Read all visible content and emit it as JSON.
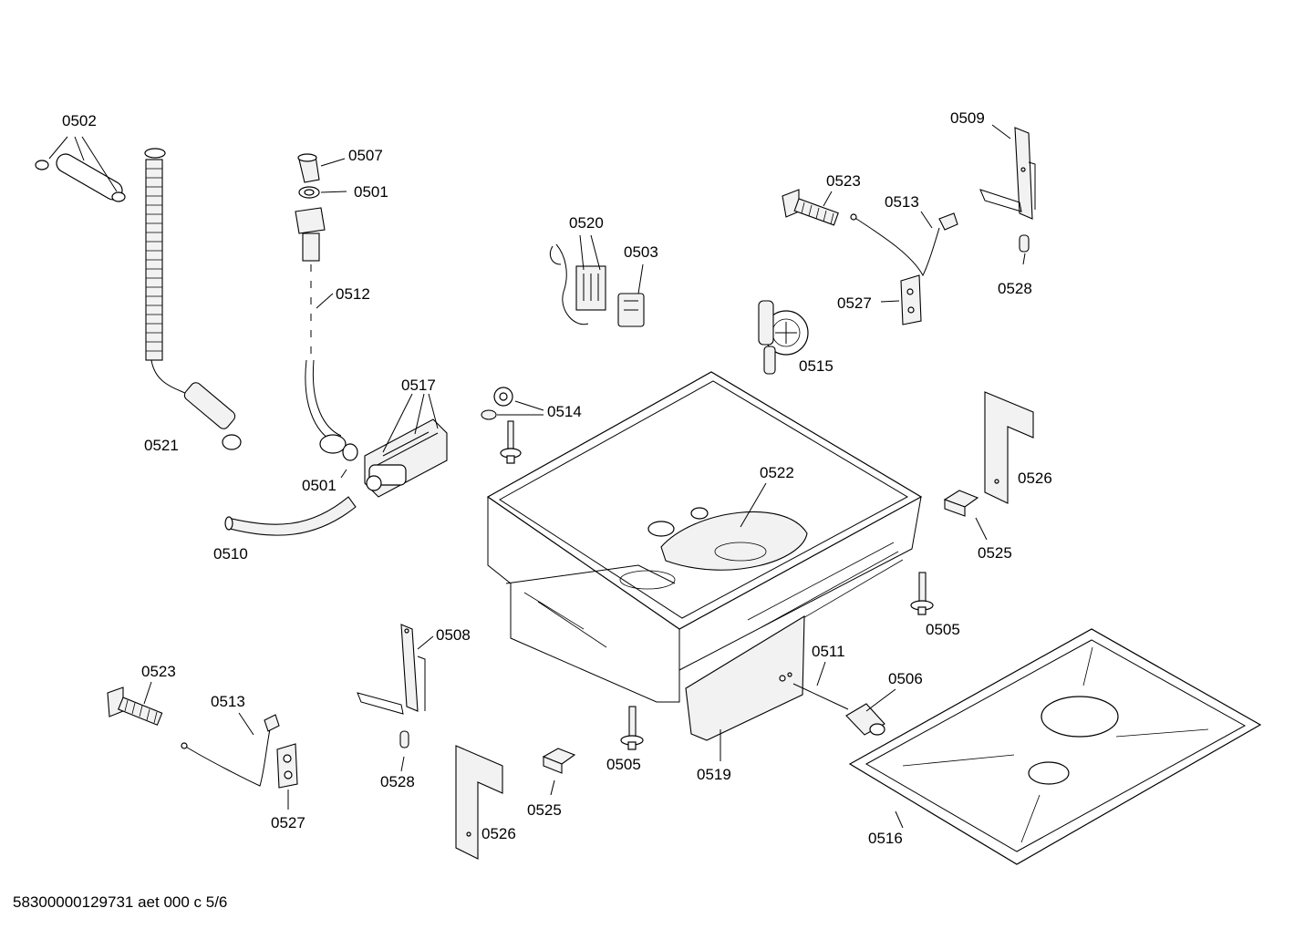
{
  "footer": {
    "text": "58300000129731 aet 000 c 5/6"
  },
  "labels": [
    {
      "id": "l0502",
      "text": "0502"
    },
    {
      "id": "l0507",
      "text": "0507"
    },
    {
      "id": "l0501a",
      "text": "0501"
    },
    {
      "id": "l0512",
      "text": "0512"
    },
    {
      "id": "l0521",
      "text": "0521"
    },
    {
      "id": "l0517",
      "text": "0517"
    },
    {
      "id": "l0501b",
      "text": "0501"
    },
    {
      "id": "l0510",
      "text": "0510"
    },
    {
      "id": "l0520",
      "text": "0520"
    },
    {
      "id": "l0503",
      "text": "0503"
    },
    {
      "id": "l0514",
      "text": "0514"
    },
    {
      "id": "l0515",
      "text": "0515"
    },
    {
      "id": "l0522",
      "text": "0522"
    },
    {
      "id": "l0509",
      "text": "0509"
    },
    {
      "id": "l0523a",
      "text": "0523"
    },
    {
      "id": "l0513a",
      "text": "0513"
    },
    {
      "id": "l0527a",
      "text": "0527"
    },
    {
      "id": "l0528a",
      "text": "0528"
    },
    {
      "id": "l0526a",
      "text": "0526"
    },
    {
      "id": "l0525a",
      "text": "0525"
    },
    {
      "id": "l0505a",
      "text": "0505"
    },
    {
      "id": "l0511",
      "text": "0511"
    },
    {
      "id": "l0506",
      "text": "0506"
    },
    {
      "id": "l0508",
      "text": "0508"
    },
    {
      "id": "l0523b",
      "text": "0523"
    },
    {
      "id": "l0513b",
      "text": "0513"
    },
    {
      "id": "l0527b",
      "text": "0527"
    },
    {
      "id": "l0528b",
      "text": "0528"
    },
    {
      "id": "l0526b",
      "text": "0526"
    },
    {
      "id": "l0525b",
      "text": "0525"
    },
    {
      "id": "l0505b",
      "text": "0505"
    },
    {
      "id": "l0519",
      "text": "0519"
    },
    {
      "id": "l0516",
      "text": "0516"
    }
  ]
}
